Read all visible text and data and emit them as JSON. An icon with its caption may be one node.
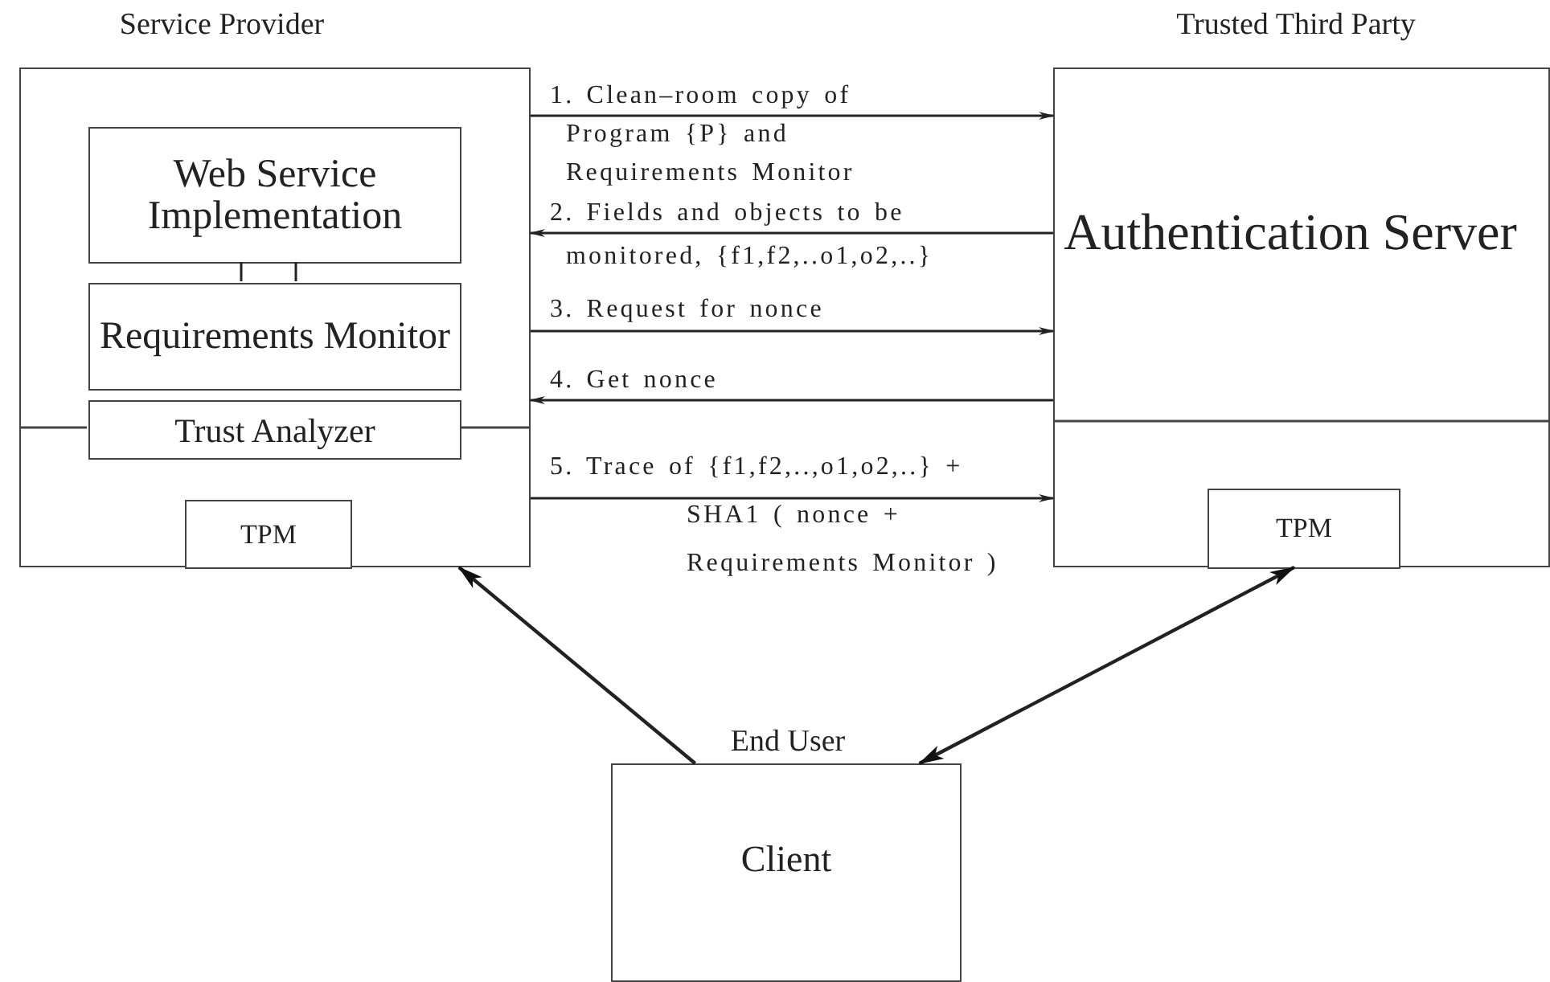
{
  "diagram": {
    "nodes": [
      {
        "text": [
          "Service Provider"
        ]
      },
      {
        "text": [
          "Web Service Implementation"
        ],
        "in": 0
      },
      {
        "text": [
          "Requirements Monitor"
        ],
        "in": 0
      },
      {
        "text": [
          "Trust Analyzer"
        ],
        "in": 0
      },
      {
        "text": [
          "TPM"
        ],
        "in": 0
      },
      {
        "text": [
          "Trusted Third Party",
          "Authentication Server"
        ]
      },
      {
        "text": [
          "TPM"
        ],
        "in": 5
      },
      {
        "text": [
          "End User",
          "Client"
        ]
      }
    ],
    "edges": [
      {
        "from": 0,
        "to": 5,
        "arrow": "to",
        "label": "1. Clean–room copy of Program {P} and Requirements Monitor"
      },
      {
        "from": 5,
        "to": 0,
        "arrow": "to",
        "label": "2. Fields and objects to be monitored, {f1,f2,..o1,o2,..}"
      },
      {
        "from": 0,
        "to": 5,
        "arrow": "to",
        "label": "3. Request for nonce"
      },
      {
        "from": 5,
        "to": 0,
        "arrow": "to",
        "label": "4. Get nonce"
      },
      {
        "from": 0,
        "to": 5,
        "arrow": "to",
        "label": "5. Trace of {f1,f2,..,o1,o2,..} + SHA1 ( nonce + Requirements Monitor )"
      },
      {
        "from": 1,
        "to": 2,
        "arrow": "none"
      },
      {
        "from": 1,
        "to": 2,
        "arrow": "none"
      },
      {
        "from": 7,
        "to": 0,
        "arrow": "to"
      },
      {
        "from": 7,
        "to": 5,
        "arrow": "both"
      }
    ]
  }
}
